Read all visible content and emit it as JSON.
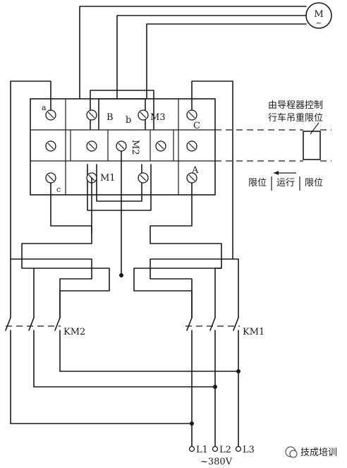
{
  "motor": {
    "symbol": "M",
    "tilde": "~"
  },
  "terminals": {
    "a": "a",
    "b_label": "B",
    "b_lower": "b",
    "m3": "M3",
    "c_upper": "C",
    "m2": "M2",
    "m1": "M1",
    "a_upper": "A",
    "c_lower": "c"
  },
  "annotation": {
    "line1": "由导程器控制",
    "line2": "行车吊重限位",
    "limit_left": "限位",
    "run": "运行",
    "limit_right": "限位"
  },
  "contactors": {
    "km2": "KM2",
    "km1": "KM1"
  },
  "supply": {
    "l1": "L1",
    "l2": "L2",
    "l3": "L3",
    "voltage": "~380V"
  },
  "watermark": {
    "text": "技成培训"
  }
}
